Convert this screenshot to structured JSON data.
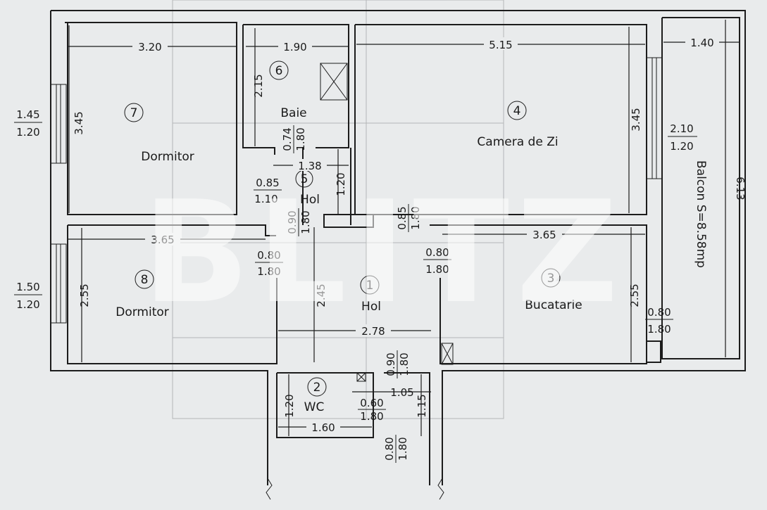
{
  "watermark": "BLITZ",
  "rooms": {
    "r1": {
      "num": "1",
      "name": "Hol"
    },
    "r2": {
      "num": "2",
      "name": "WC"
    },
    "r3": {
      "num": "3",
      "name": "Bucatarie"
    },
    "r4": {
      "num": "4",
      "name": "Camera de Zi"
    },
    "r5": {
      "num": "5",
      "name": "Hol"
    },
    "r6": {
      "num": "6",
      "name": "Baie"
    },
    "r7": {
      "num": "7",
      "name": "Dormitor"
    },
    "r8": {
      "num": "8",
      "name": "Dormitor"
    }
  },
  "balcony": "Balcon S=8.58mp",
  "dims": {
    "w320": "3.20",
    "w190": "1.90",
    "w515": "5.15",
    "w140": "1.40",
    "h345a": "3.45",
    "h215": "2.15",
    "h345b": "3.45",
    "h613": "6.13",
    "w138": "1.38",
    "h120a": "1.20",
    "w365a": "3.65",
    "w365b": "3.65",
    "h255a": "2.55",
    "h245": "2.45",
    "h255b": "2.55",
    "w278": "2.78",
    "h120b": "1.20",
    "w160": "1.60",
    "w105": "1.05",
    "h115": "1.15"
  },
  "openings": {
    "win7": {
      "top": "1.45",
      "bottom": "1.20"
    },
    "win8": {
      "top": "1.50",
      "bottom": "1.20"
    },
    "win4": {
      "top": "2.10",
      "bottom": "1.20"
    },
    "d_baie": {
      "top": "0.74",
      "bottom": "1.80"
    },
    "d_hol5": {
      "top": "0.85",
      "bottom": "1.10"
    },
    "d_hol5b": {
      "top": "0.90",
      "bottom": "1.80"
    },
    "d_zi": {
      "top": "0.85",
      "bottom": "1.80"
    },
    "d_dorm8": {
      "top": "0.80",
      "bottom": "1.80"
    },
    "d_buc": {
      "top": "0.80",
      "bottom": "1.80"
    },
    "d_balc": {
      "top": "0.80",
      "bottom": "1.80"
    },
    "d_wc": {
      "top": "0.90",
      "bottom": "1.80"
    },
    "d_wc2": {
      "top": "0.60",
      "bottom": "1.80"
    },
    "d_entry": {
      "top": "0.80",
      "bottom": "1.80"
    }
  }
}
